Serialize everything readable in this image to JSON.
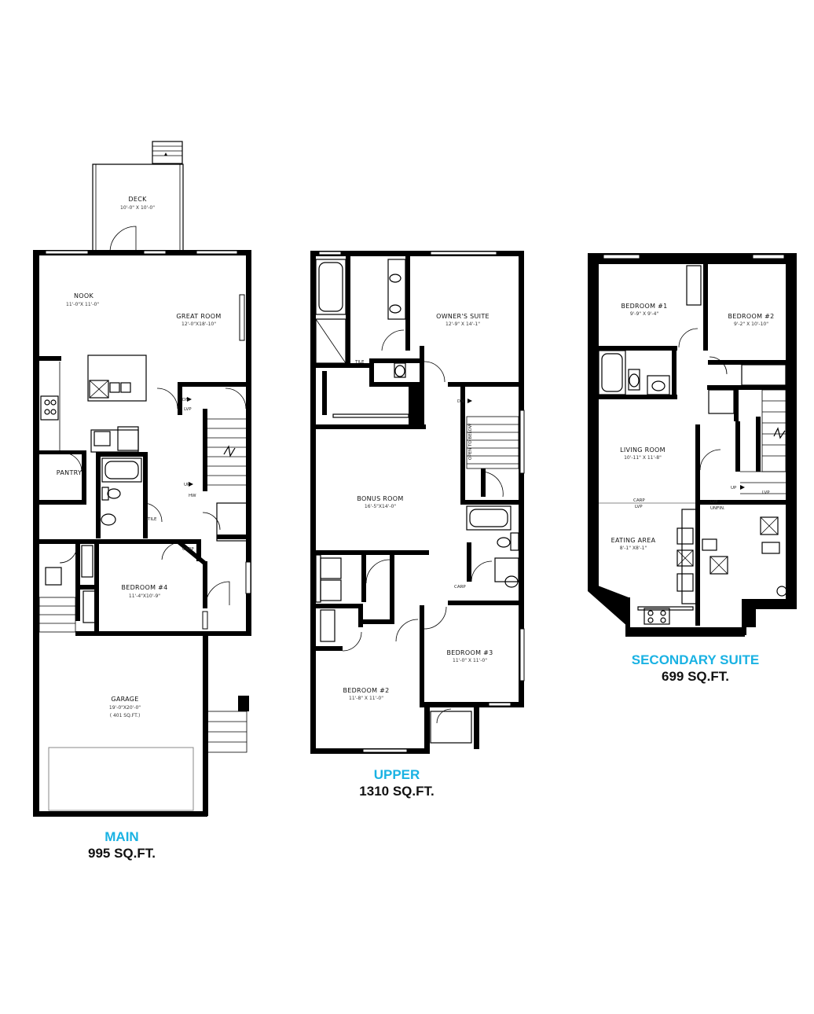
{
  "colors": {
    "accent": "#1ab2e3",
    "wall": "#000000",
    "text": "#111111"
  },
  "floors": {
    "main": {
      "title": "MAIN",
      "area": "995 SQ.FT.",
      "rooms": {
        "deck": {
          "name": "DECK",
          "dim": "10'-0\" X 10'-0\""
        },
        "nook": {
          "name": "NOOK",
          "dim": "11'-0\"X 11'-0\""
        },
        "great": {
          "name": "GREAT ROOM",
          "dim": "12'-0\"X18'-10\""
        },
        "pantry": {
          "name": "PANTRY"
        },
        "bed4": {
          "name": "BEDROOM #4",
          "dim": "11'-4\"X10'-9\""
        },
        "garage": {
          "name": "GARAGE",
          "dim": "19'-0\"X20'-0\"",
          "dim2": "( 401 SQ.FT.)"
        }
      },
      "notes": {
        "dn": "DN",
        "up": "UP",
        "lvp": "LVP",
        "hw": "HW",
        "tile": "TILE",
        "carp": "CARP"
      }
    },
    "upper": {
      "title": "UPPER",
      "area": "1310 SQ.FT.",
      "rooms": {
        "owner": {
          "name": "OWNER'S SUITE",
          "dim": "12'-9\" X 14'-1\""
        },
        "bonus": {
          "name": "BONUS ROOM",
          "dim": "16'-5\"X14'-0\""
        },
        "bed2": {
          "name": "BEDROOM #2",
          "dim": "11'-8\" X 11'-0\""
        },
        "bed3": {
          "name": "BEDROOM #3",
          "dim": "11'-0\" X 11'-0\""
        }
      },
      "notes": {
        "dn": "DN",
        "open": "OPEN TO BELOW",
        "tile": "TILE",
        "carp": "CARP"
      }
    },
    "suite": {
      "title": "SECONDARY SUITE",
      "area": "699 SQ.FT.",
      "rooms": {
        "bed1": {
          "name": "BEDROOM #1",
          "dim": "9'-9\" X 9'-4\""
        },
        "bed2": {
          "name": "BEDROOM #2",
          "dim": "9'-2\" X 10'-10\""
        },
        "living": {
          "name": "LIVING ROOM",
          "dim": "10'-11\" X 11'-8\""
        },
        "eating": {
          "name": "EATING AREA",
          "dim": "8'-1\" X8'-1\""
        }
      },
      "notes": {
        "up": "UP",
        "lvp": "LVP",
        "carp": "CARP",
        "unfin": "UNFIN."
      }
    }
  }
}
